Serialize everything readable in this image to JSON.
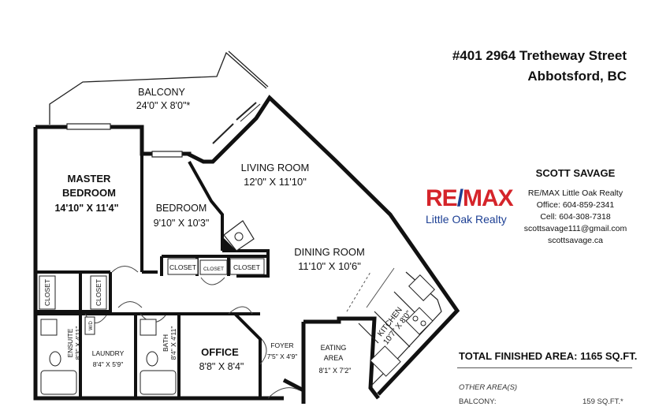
{
  "address": {
    "line1": "#401 2964 Tretheway Street",
    "line2": "Abbotsford, BC"
  },
  "agent": {
    "name": "SCOTT SAVAGE",
    "lines": [
      "RE/MAX Little Oak Realty",
      "Office: 604-859-2341",
      "Cell: 604-308-7318",
      "scottsavage111@gmail.com",
      "scottsavage.ca"
    ]
  },
  "logo": {
    "re": "RE",
    "slash": "/",
    "max": "MAX",
    "sub": "Little Oak Realty",
    "red": "#d5242a",
    "blue": "#1c3f94"
  },
  "summary": {
    "total": "TOTAL FINISHED AREA:  1165 SQ.FT.",
    "other_heading": "OTHER AREA(S)",
    "balcony_label": "BALCONY:",
    "balcony_value": "159 SQ.FT.*"
  },
  "rooms": {
    "balcony": {
      "name": "BALCONY",
      "dims": "24'0\" X 8'0\"*"
    },
    "living": {
      "name": "LIVING ROOM",
      "dims": "12'0\" X 11'10\""
    },
    "master": {
      "name1": "MASTER",
      "name2": "BEDROOM",
      "dims": "14'10\" X 11'4\""
    },
    "bedroom": {
      "name": "BEDROOM",
      "dims": "9'10\" X 10'3\""
    },
    "dining": {
      "name": "DINING ROOM",
      "dims": "11'10\" X 10'6\""
    },
    "kitchen": {
      "name": "KITCHEN",
      "dims": "10'7\" X 8'0\""
    },
    "ensuite": {
      "name": "ENSUITE",
      "dims": "8'3\" X 4'11\""
    },
    "laundry": {
      "name": "LAUNDRY",
      "dims": "8'4\" X 5'9\""
    },
    "bath": {
      "name": "BATH",
      "dims": "8'4\" X 4'11\""
    },
    "office": {
      "name": "OFFICE",
      "dims": "8'8\" X 8'4\""
    },
    "foyer": {
      "name": "FOYER",
      "dims": "7'5\" X 4'9\""
    },
    "eating": {
      "name": "EATING",
      "name2": "AREA",
      "dims": "8'1\" X 7'2\""
    }
  },
  "closets": {
    "closet": "CLOSET",
    "closet_lower": "CLOSET",
    "wd": "W/D"
  }
}
